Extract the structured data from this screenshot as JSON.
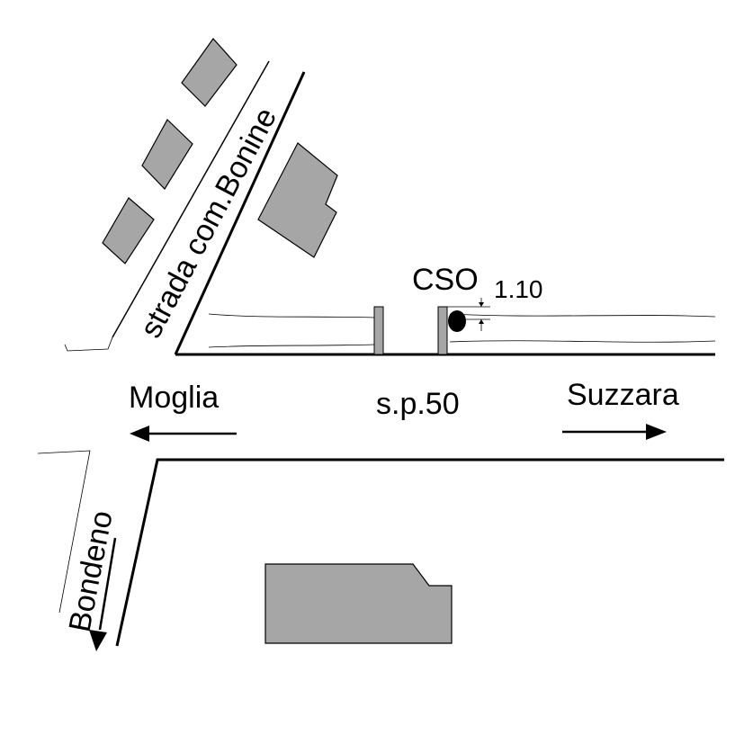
{
  "labels": {
    "road_bonine": "strada com.Bonine",
    "cso": "CSO",
    "measure": "1.10",
    "road_sp50": "s.p.50",
    "dir_moglia": "Moglia",
    "dir_suzzara": "Suzzara",
    "dir_bondeno": "Bondeno"
  },
  "colors": {
    "building_fill": "#a6a6a6",
    "line": "#000000",
    "background": "#ffffff"
  }
}
